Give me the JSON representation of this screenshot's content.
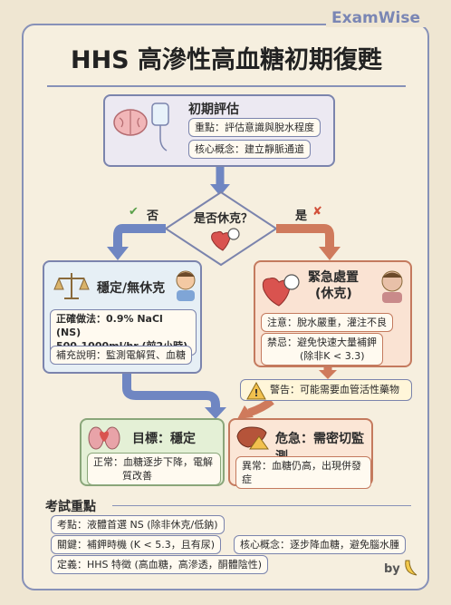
{
  "brand": "ExamWise",
  "title": "HHS 高滲性高血糖初期復甦",
  "initial": {
    "heading": "初期評估",
    "focus": "重點：評估意識與脫水程度",
    "concept": "核心概念：建立靜脈通道"
  },
  "decision": {
    "question": "是否休克？",
    "no_label": "否",
    "yes_label": "是"
  },
  "stable": {
    "heading": "穩定/無休克",
    "correct_line1": "正確做法：0.9% NaCl (NS)",
    "correct_line2": "500-1000ml/hr (前2小時)",
    "note": "補充說明：監測電解質、血糖"
  },
  "shock": {
    "heading_line1": "緊急處置",
    "heading_line2": "(休克)",
    "attention": "注意：脫水嚴重，灌注不良",
    "forbid_line1": "禁忌：避免快速大量補鉀",
    "forbid_line2": "(除非K < 3.3)"
  },
  "warning": "警告：可能需要血管活性藥物",
  "goal": {
    "heading": "目標：穩定",
    "normal_line1": "正常：血糖逐步下降，電解",
    "normal_line2": "質改善"
  },
  "danger": {
    "heading": "危急：需密切監測",
    "abnormal": "異常：血糖仍高，出現併發症"
  },
  "exam": {
    "heading": "考試重點",
    "points": [
      "考點：液體首選 NS (除非休克/低鈉)",
      "關鍵：補鉀時機 (K < 5.3，且有尿)",
      "核心概念：逐步降血糖，避免腦水腫",
      "定義：HHS 特徵 (高血糖，高滲透，酮體陰性)"
    ]
  },
  "signature": "by",
  "colors": {
    "frame": "#8791b8",
    "stable_arrow": "#6f86c2",
    "shock_arrow": "#cf7a5c",
    "check": "#5aa04a",
    "cross": "#d2503a"
  }
}
